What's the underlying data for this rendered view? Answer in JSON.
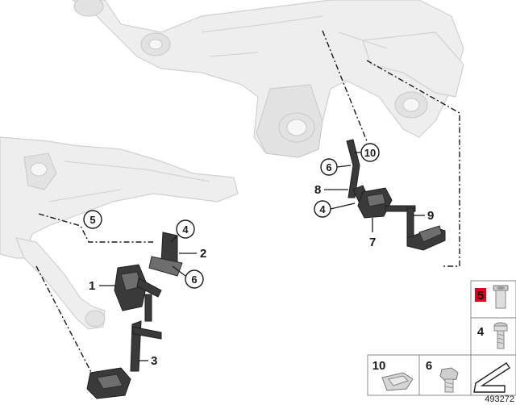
{
  "callouts": {
    "c10": "10",
    "c6_top": "6",
    "c4_top": "4",
    "c5_frame": "5",
    "c4_mid": "4",
    "c6_mid": "6"
  },
  "labels": {
    "l8": "8",
    "l7": "7",
    "l9": "9",
    "l2": "2",
    "l1": "1",
    "l3": "3"
  },
  "legend": {
    "item5": "5",
    "item4": "4",
    "item10": "10",
    "item6": "6"
  },
  "document_number": "493272",
  "colors": {
    "highlight": "#e0001b"
  }
}
